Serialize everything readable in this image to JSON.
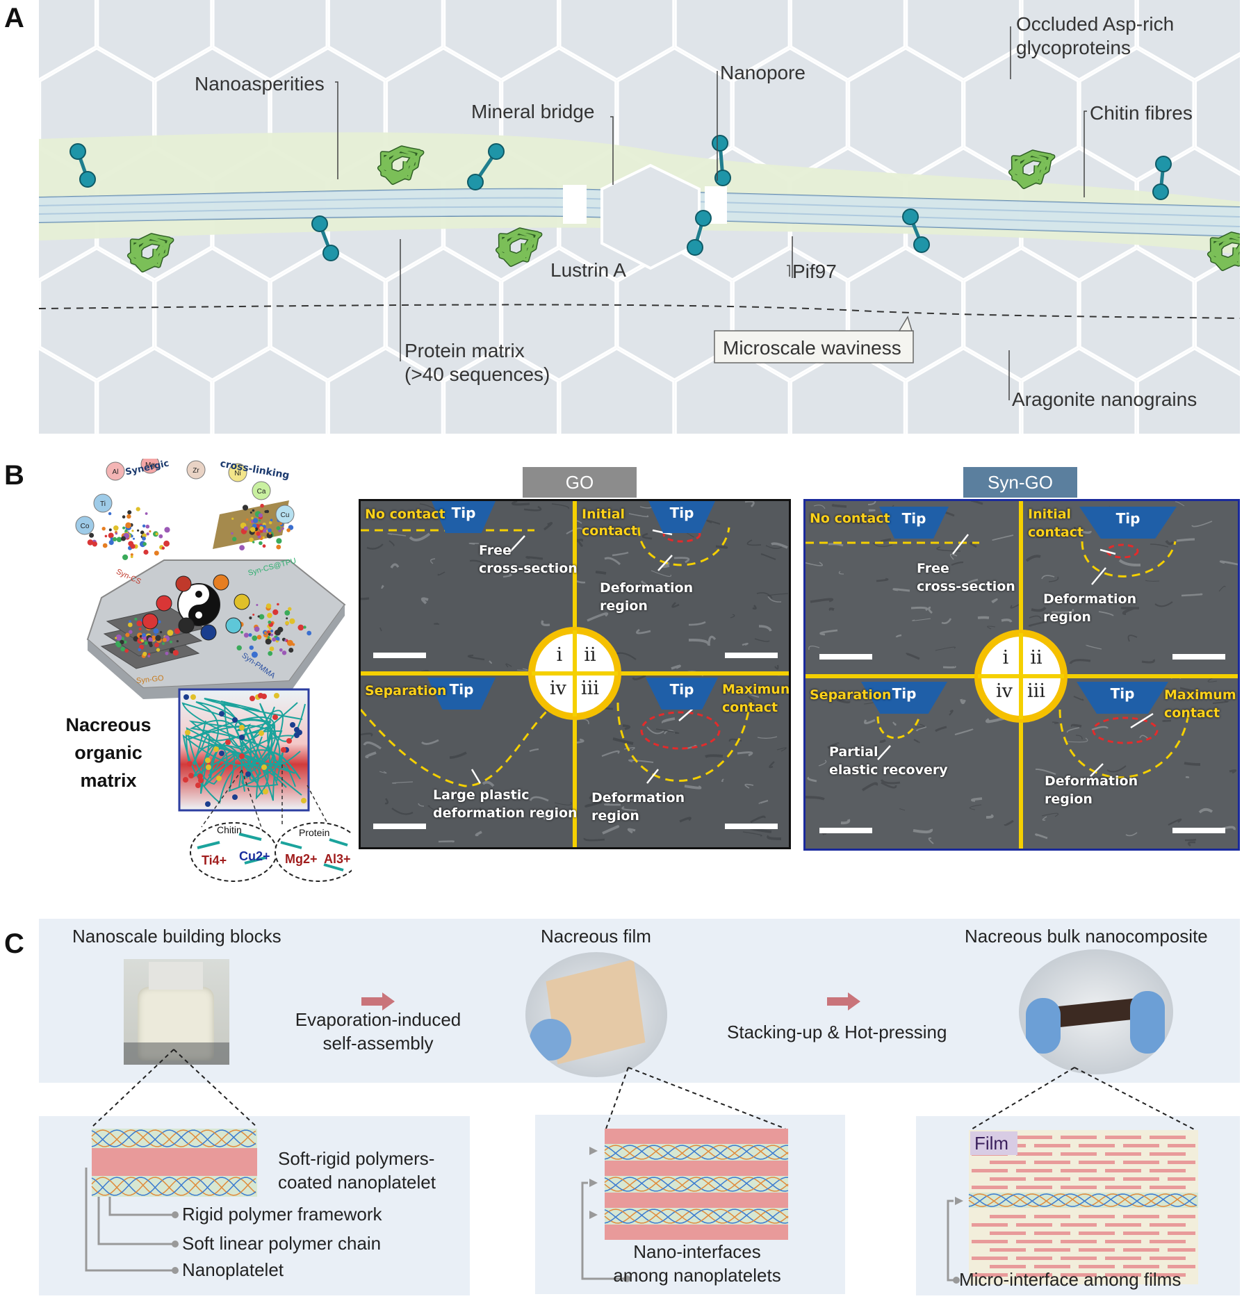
{
  "panels": {
    "a": "A",
    "b": "B",
    "c": "C"
  },
  "panel_a": {
    "nanoasperities": "Nanoasperities",
    "mineral_bridge": "Mineral bridge",
    "nanopore": "Nanopore",
    "glycoproteins_line1": "Occluded Asp-rich",
    "glycoproteins_line2": "glycoproteins",
    "chitin_fibres": "Chitin fibres",
    "lustrin_a": "Lustrin A",
    "pif97": "Pif97",
    "protein_matrix_line1": "Protein matrix",
    "protein_matrix_line2": "(>40 sequences)",
    "microscale_waviness": "Microscale waviness",
    "aragonite": "Aragonite nanograins",
    "colors": {
      "grain": "#dfe4e9",
      "matrix": "#e6efd6",
      "fibre": "#cde3f2",
      "protein": "#1f95a8",
      "lustrin": "#6fae4c"
    }
  },
  "panel_b": {
    "schematic": {
      "synergic": "Synergic",
      "cross_linking": "cross-linking",
      "ions": [
        "Ti",
        "Al",
        "Mg",
        "Zr",
        "Ni",
        "Ca",
        "Cu",
        "Co"
      ],
      "syn_cs": "Syn-CS",
      "syn_tpu": "Syn-CS@TPU",
      "syn_go": "Syn-GO",
      "syn_pmma": "Syn-PMMA",
      "nacreous_line1": "Nacreous",
      "nacreous_line2": "organic",
      "nacreous_line3": "matrix",
      "chitin": "Chitin",
      "protein": "Protein",
      "ti_ion": "Ti4+",
      "cu_ion": "Cu2+",
      "mg_ion": "Mg2+",
      "al_ion": "Al3+"
    },
    "go": {
      "header": "GO",
      "no_contact": "No contact",
      "tip": "Tip",
      "free_line1": "Free",
      "free_line2": "cross-section",
      "initial_line1": "Initial",
      "initial_line2": "contact",
      "deform_line1": "Deformation",
      "deform_line2": "region",
      "separation": "Separation",
      "maximum_line1": "Maximun",
      "maximum_line2": "contact",
      "large_line1": "Large plastic",
      "large_line2": "deformation  region"
    },
    "syn_go": {
      "header": "Syn-GO",
      "no_contact": "No contact",
      "tip": "Tip",
      "free_line1": "Free",
      "free_line2": "cross-section",
      "initial_line1": "Initial",
      "initial_line2": "contact",
      "deform_line1": "Deformation",
      "deform_line2": "region",
      "separation": "Separation",
      "maximum_line1": "Maximum",
      "maximum_line2": "contact",
      "partial_line1": "Partial",
      "partial_line2": "elastic recovery"
    },
    "roman": [
      "i",
      "ii",
      "iv",
      "iii"
    ],
    "colors": {
      "go_header": "#8c8c8c",
      "syn_header": "#5b7f9e",
      "sem_bg": "#555a5e",
      "yellow": "#f5d000",
      "tip": "#1f5fa8",
      "syn_border": "#1a2a9c"
    }
  },
  "panel_c": {
    "building_blocks": "Nanoscale building blocks",
    "nacreous_film": "Nacreous film",
    "bulk": "Nacreous bulk nanocomposite",
    "evap_line1": "Evaporation-induced",
    "evap_line2": "self-assembly",
    "stacking": "Stacking-up & Hot-pressing",
    "coated_line1": "Soft-rigid polymers-",
    "coated_line2": "coated nanoplatelet",
    "rigid": "Rigid polymer framework",
    "soft": "Soft linear polymer chain",
    "nanoplatelet": "Nanoplatelet",
    "nano_line1": "Nano-interfaces",
    "nano_line2": "among nanoplatelets",
    "film": "Film",
    "micro": "Micro-interface among  films",
    "colors": {
      "box": "#e9eff6",
      "platelet": "#e89a9a",
      "arrow": "#c9747a"
    }
  }
}
